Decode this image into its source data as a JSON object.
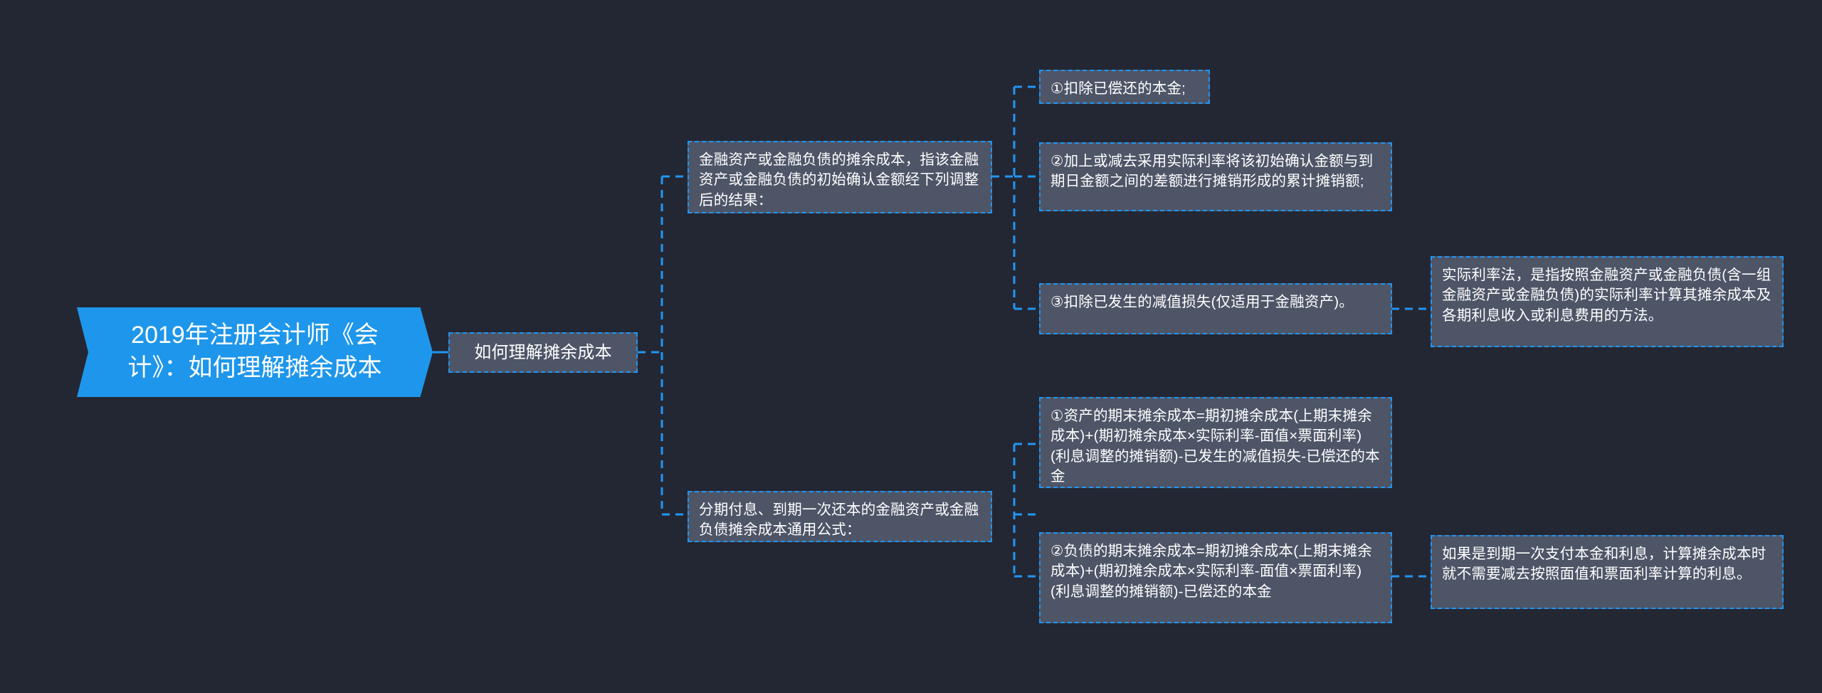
{
  "theme": {
    "background": "#232733",
    "root_fill": "#1e96eb",
    "node_fill": "#4d5567",
    "node_border": "#2196f3",
    "text_color": "#ffffff",
    "connector_color": "#2196f3"
  },
  "mindmap": {
    "root": {
      "label": "2019年注册会计师《会计》：如何理解摊余成本"
    },
    "level1": {
      "label": "如何理解摊余成本"
    },
    "branches": [
      {
        "label": "金融资产或金融负债的摊余成本，指该金融资产或金融负债的初始确认金额经下列调整后的结果：",
        "children": [
          {
            "label": "①扣除已偿还的本金;",
            "children": []
          },
          {
            "label": "②加上或减去采用实际利率将该初始确认金额与到期日金额之间的差额进行摊销形成的累计摊销额;",
            "children": []
          },
          {
            "label": "③扣除已发生的减值损失(仅适用于金融资产)。",
            "children": [
              {
                "label": "实际利率法，是指按照金融资产或金融负债(含一组金融资产或金融负债)的实际利率计算其摊余成本及各期利息收入或利息费用的方法。"
              }
            ]
          }
        ]
      },
      {
        "label": "分期付息、到期一次还本的金融资产或金融负债摊余成本通用公式：",
        "children": [
          {
            "label": "①资产的期末摊余成本=期初摊余成本(上期末摊余成本)+(期初摊余成本×实际利率-面值×票面利率)(利息调整的摊销额)-已发生的减值损失-已偿还的本金",
            "children": []
          },
          {
            "label": "②负债的期末摊余成本=期初摊余成本(上期末摊余成本)+(期初摊余成本×实际利率-面值×票面利率)(利息调整的摊销额)-已偿还的本金",
            "children": [
              {
                "label": "如果是到期一次支付本金和利息，计算摊余成本时就不需要减去按照面值和票面利率计算的利息。"
              }
            ]
          }
        ]
      }
    ]
  }
}
